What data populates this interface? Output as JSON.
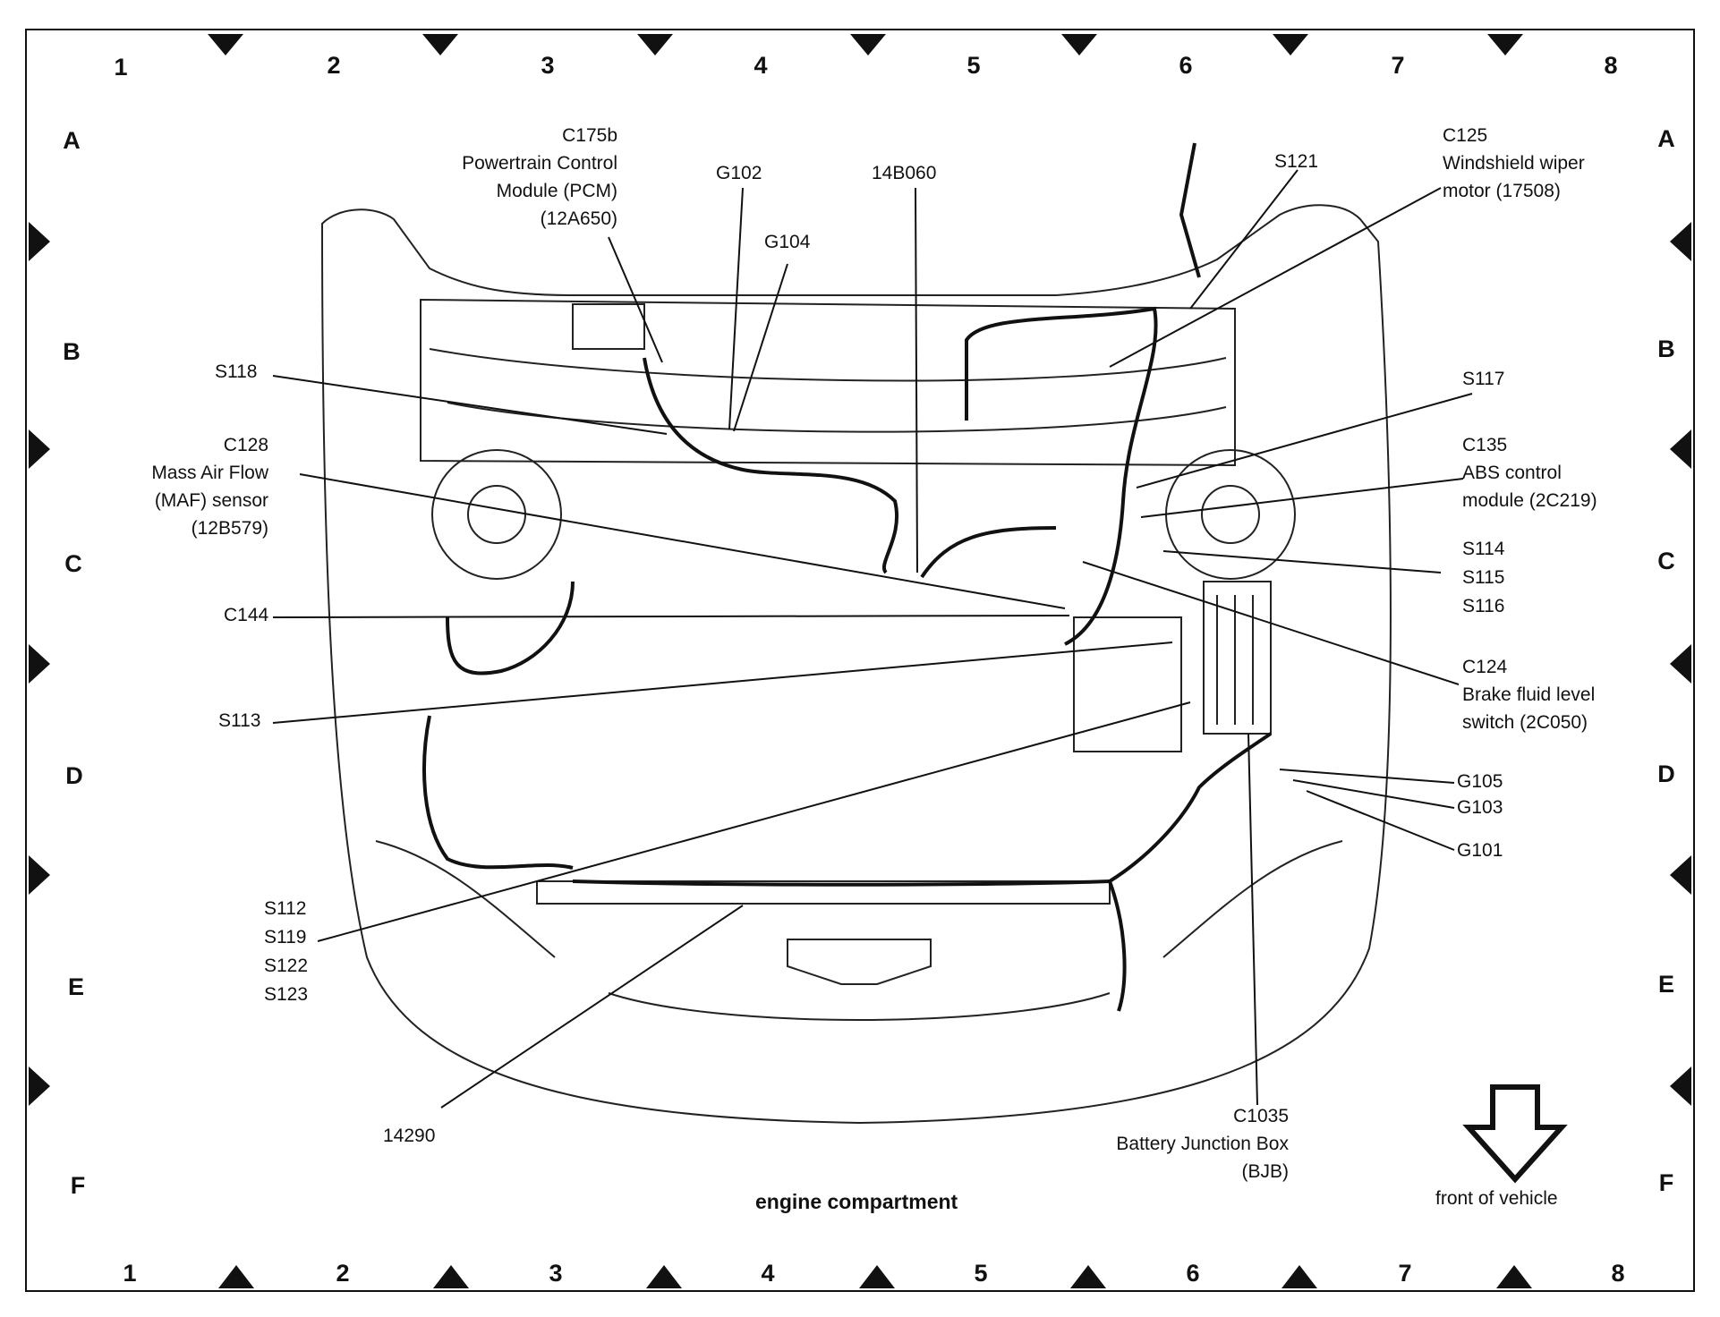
{
  "grid": {
    "columns": [
      "1",
      "2",
      "3",
      "4",
      "5",
      "6",
      "7",
      "8"
    ],
    "rows": [
      "A",
      "B",
      "C",
      "D",
      "E",
      "F"
    ]
  },
  "labels": {
    "c175b": [
      "C175b",
      "Powertrain Control",
      "Module (PCM)",
      "(12A650)"
    ],
    "g102": [
      "G102"
    ],
    "g104": [
      "G104"
    ],
    "b14b060": [
      "14B060"
    ],
    "s121": [
      "S121"
    ],
    "c125": [
      "C125",
      "Windshield wiper",
      "motor (17508)"
    ],
    "s118": [
      "S118"
    ],
    "s117": [
      "S117"
    ],
    "c128": [
      "C128",
      "Mass Air Flow",
      "(MAF) sensor",
      "(12B579)"
    ],
    "c135": [
      "C135",
      "ABS control",
      "module (2C219)"
    ],
    "s114_group": [
      "S114",
      "S115",
      "S116"
    ],
    "c144": [
      "C144"
    ],
    "c124": [
      "C124",
      "Brake fluid level",
      "switch (2C050)"
    ],
    "s113": [
      "S113"
    ],
    "g105": [
      "G105"
    ],
    "g103": [
      "G103"
    ],
    "g101": [
      "G101"
    ],
    "s112_group": [
      "S112",
      "S119",
      "S122",
      "S123"
    ],
    "n14290": [
      "14290"
    ],
    "c1035": [
      "C1035",
      "Battery Junction Box",
      "(BJB)"
    ]
  },
  "caption": "engine compartment",
  "front_label": "front of vehicle"
}
